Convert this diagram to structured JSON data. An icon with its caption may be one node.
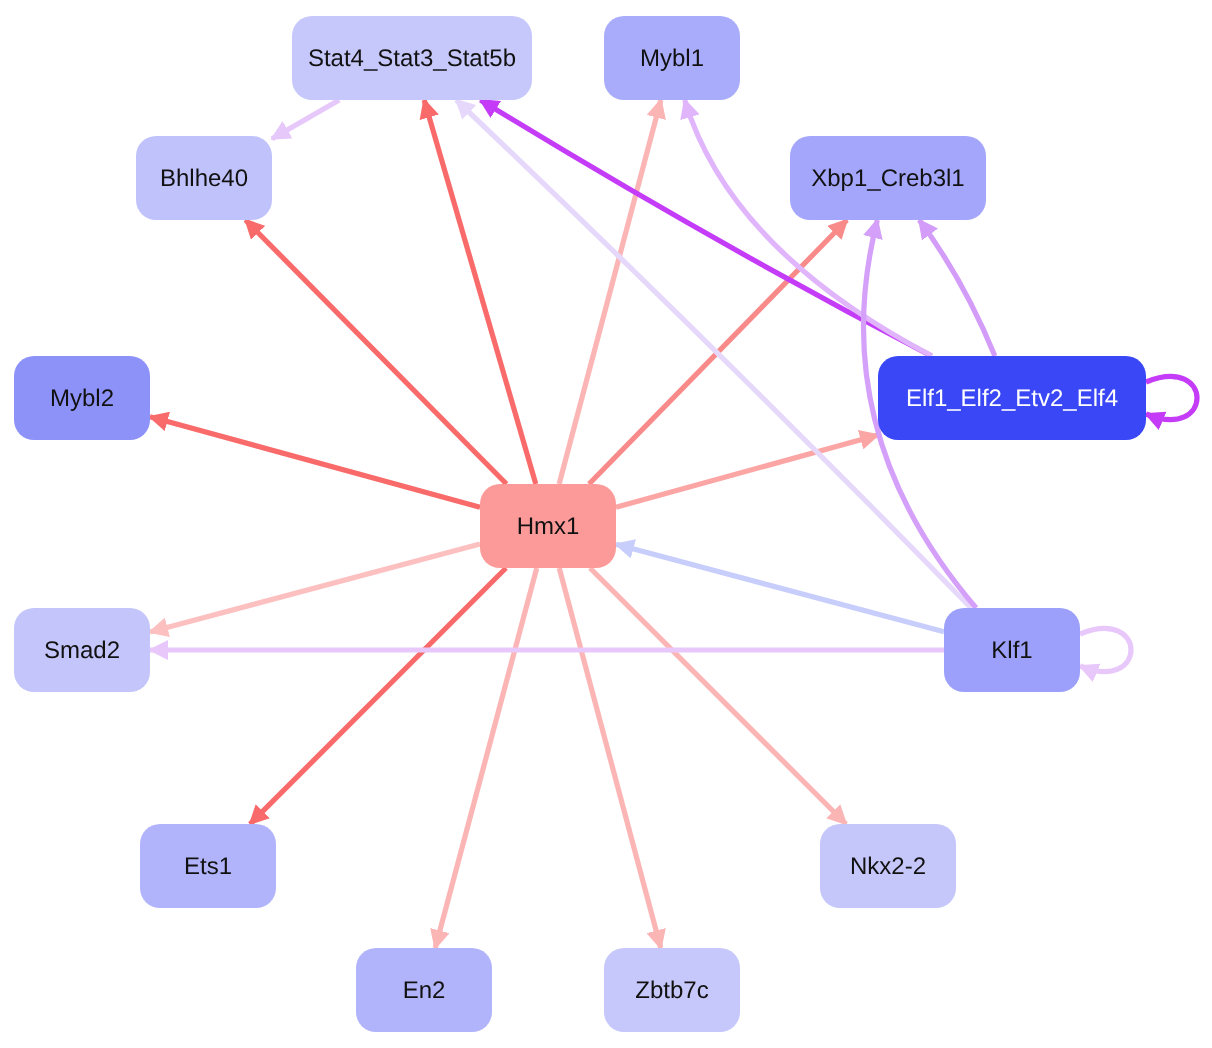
{
  "diagram": {
    "nodes": [
      {
        "text": [
          "Stat4_Stat3_Stat5b"
        ]
      },
      {
        "text": [
          "Mybl1"
        ]
      },
      {
        "text": [
          "Bhlhe40"
        ]
      },
      {
        "text": [
          "Xbp1_Creb3l1"
        ]
      },
      {
        "text": [
          "Mybl2"
        ]
      },
      {
        "text": [
          "Elf1_Elf2_Etv2_Elf4"
        ]
      },
      {
        "text": [
          "Hmx1"
        ]
      },
      {
        "text": [
          "Smad2"
        ]
      },
      {
        "text": [
          "Klf1"
        ]
      },
      {
        "text": [
          "Ets1"
        ]
      },
      {
        "text": [
          "Nkx2-2"
        ]
      },
      {
        "text": [
          "En2"
        ]
      },
      {
        "text": [
          "Zbtb7c"
        ]
      }
    ],
    "edges": [
      {
        "from": 6,
        "to": 0,
        "arrow": "to",
        "color": "#f96b6b"
      },
      {
        "from": 6,
        "to": 2,
        "arrow": "to",
        "color": "#f96b6b"
      },
      {
        "from": 6,
        "to": 4,
        "arrow": "to",
        "color": "#f96b6b"
      },
      {
        "from": 6,
        "to": 1,
        "arrow": "to",
        "color": "#fcb5b5"
      },
      {
        "from": 6,
        "to": 3,
        "arrow": "to",
        "color": "#f98a8a"
      },
      {
        "from": 6,
        "to": 5,
        "arrow": "to",
        "color": "#fca5a5"
      },
      {
        "from": 6,
        "to": 7,
        "arrow": "to",
        "color": "#fcc0c0"
      },
      {
        "from": 6,
        "to": 9,
        "arrow": "to",
        "color": "#f96b6b"
      },
      {
        "from": 6,
        "to": 11,
        "arrow": "to",
        "color": "#fcb5b5"
      },
      {
        "from": 6,
        "to": 12,
        "arrow": "to",
        "color": "#fcb5b5"
      },
      {
        "from": 6,
        "to": 10,
        "arrow": "to",
        "color": "#fcb5b5"
      },
      {
        "from": 0,
        "to": 2,
        "arrow": "to",
        "color": "#e6c8fb"
      },
      {
        "from": 5,
        "to": 0,
        "arrow": "to",
        "color": "#c43cf7"
      },
      {
        "from": 5,
        "to": 1,
        "arrow": "to",
        "color": "#e0b5fb"
      },
      {
        "from": 5,
        "to": 3,
        "arrow": "to",
        "color": "#d49cf9"
      },
      {
        "from": 5,
        "to": 5,
        "arrow": "to",
        "color": "#c43cf7"
      },
      {
        "from": 8,
        "to": 0,
        "arrow": "to",
        "color": "#e6d8fb"
      },
      {
        "from": 8,
        "to": 3,
        "arrow": "to",
        "color": "#d4a0f9"
      },
      {
        "from": 8,
        "to": 6,
        "arrow": "to",
        "color": "#c8cefb"
      },
      {
        "from": 8,
        "to": 7,
        "arrow": "to",
        "color": "#e8c8fb"
      },
      {
        "from": 8,
        "to": 8,
        "arrow": "to",
        "color": "#e8c8fb"
      }
    ]
  }
}
